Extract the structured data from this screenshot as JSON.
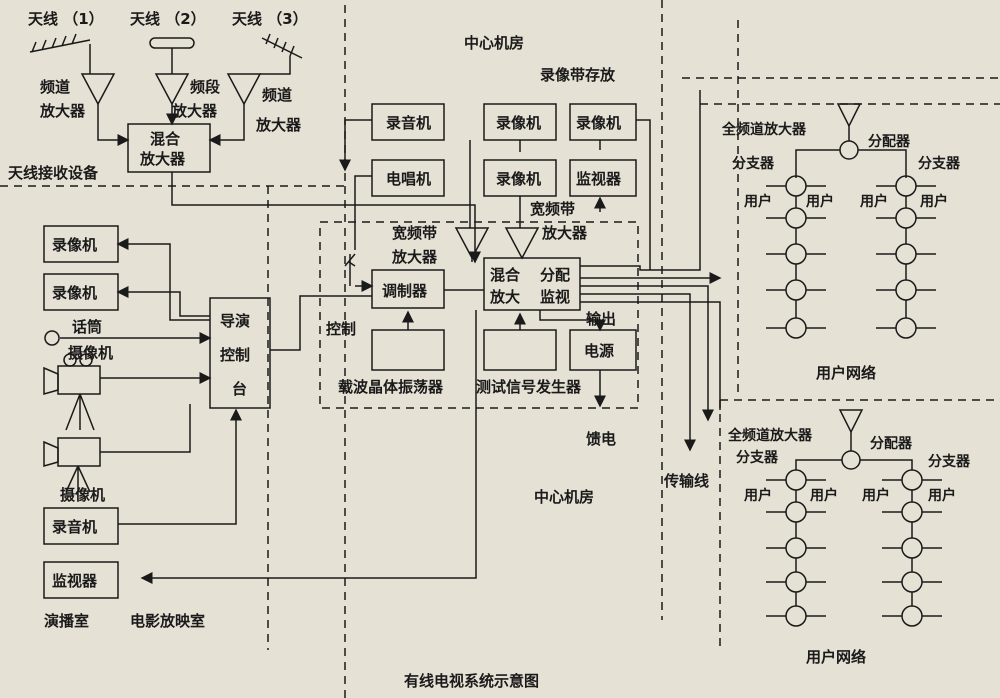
{
  "antennas": {
    "a1": "天线 （1）",
    "a2": "天线 （2）",
    "a3": "天线 （3）"
  },
  "amps": {
    "ch1": [
      "频道",
      "放大器"
    ],
    "band": [
      "频段",
      "放大器"
    ],
    "ch3": [
      "频道",
      "放大器"
    ],
    "mix": [
      "混合",
      "放大器"
    ]
  },
  "antenna_area": "天线接收设备",
  "center": {
    "title": "中心机房",
    "storage": "录像带存放",
    "tape_audio": "录音机",
    "tape_vcr1": "录像机",
    "tape_vcr2": "录像机",
    "phono": "电唱机",
    "tape_vcr3": "录像机",
    "monitor": "监视器",
    "wideband_amp1": [
      "宽频带",
      "放大器"
    ],
    "wideband_amp2": [
      "宽频带",
      "放大器"
    ],
    "modulator": "调制器",
    "mix_main": [
      "混合",
      "放大"
    ],
    "split_mon": [
      "分配",
      "监视"
    ],
    "output": "输出",
    "power": "电源",
    "control": "控制",
    "oscillator": "载波晶体振荡器",
    "test_gen": "测试信号发生器",
    "feed": "馈电",
    "title_bottom": "中心机房"
  },
  "studio": {
    "vcr1": "录像机",
    "vcr2": "录像机",
    "mic": "话筒",
    "camera1": "摄像机",
    "camera2": "摄像机",
    "audio": "录音机",
    "monitor": "监视器",
    "director": [
      "导演",
      "控制",
      "台"
    ],
    "room1": "演播室",
    "room2": "电影放映室"
  },
  "transmission": "传输线",
  "network_top": {
    "all_amp": "全频道放大器",
    "splitter": "分配器",
    "branch_l": "分支器",
    "branch_r": "分支器",
    "users": [
      "用户",
      "用户",
      "用户",
      "用户"
    ],
    "label": "用户网络"
  },
  "network_bottom": {
    "all_amp": "全频道放大器",
    "splitter": "分配器",
    "branch_l": "分支器",
    "branch_r": "分支器",
    "users": [
      "用户",
      "用户",
      "用户",
      "用户"
    ],
    "label": "用户网络"
  },
  "caption": "有线电视系统示意图"
}
